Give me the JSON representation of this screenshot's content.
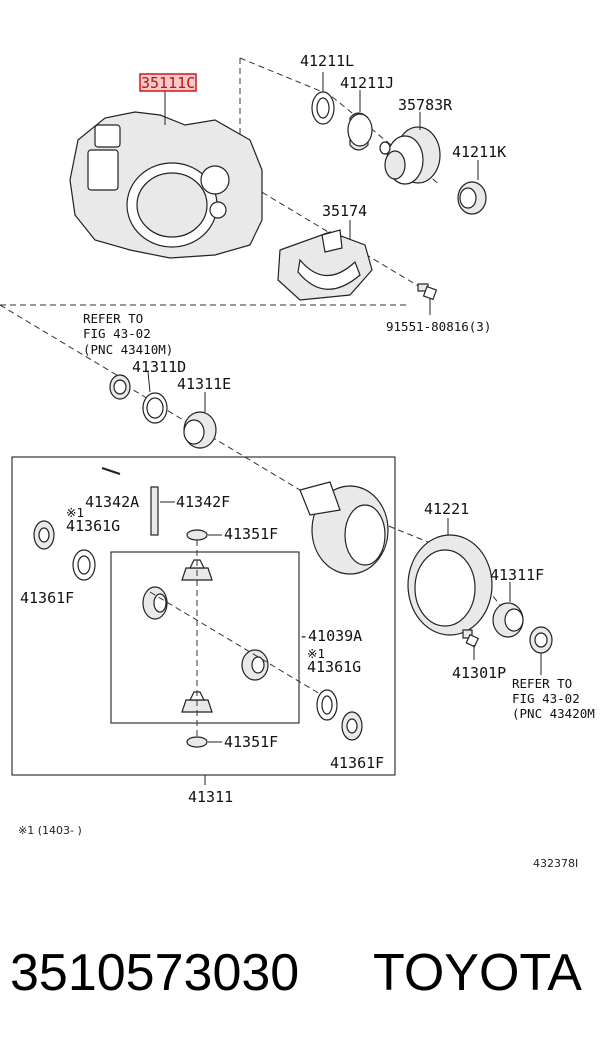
{
  "parts": {
    "highlighted": "35111C",
    "p41211L": "41211L",
    "p41211J": "41211J",
    "p35783R": "35783R",
    "p41211K": "41211K",
    "p35174": "35174",
    "p91551": "91551-80816(3)",
    "p41311D": "41311D",
    "p41311E": "41311E",
    "p41342A": "41342A",
    "p41342F": "41342F",
    "p41361G_left": "41361G",
    "p41351F_top": "41351F",
    "p41221": "41221",
    "p41361F_left": "41361F",
    "p41039A": "-41039A",
    "p41311F": "41311F",
    "p41361G_right": "41361G",
    "p41301P": "41301P",
    "p41351F_bottom": "41351F",
    "p41361F_right": "41361F",
    "p41311": "41311"
  },
  "refs": {
    "top": {
      "line1": "REFER TO",
      "line2": "FIG 43-02",
      "line3": "(PNC 43410M)"
    },
    "right": {
      "line1": "REFER TO",
      "line2": "FIG 43-02",
      "line3": "(PNC 43420M"
    }
  },
  "marks": {
    "star_left": "※1",
    "star_right": "※1",
    "footnote": "※1 (1403-      )",
    "figure_id": "432378I"
  },
  "footer": {
    "part_number": "3510573030",
    "brand": "TOYOTA"
  },
  "colors": {
    "highlight_fill": "#f6c9c9",
    "highlight_stroke": "#d01818"
  }
}
